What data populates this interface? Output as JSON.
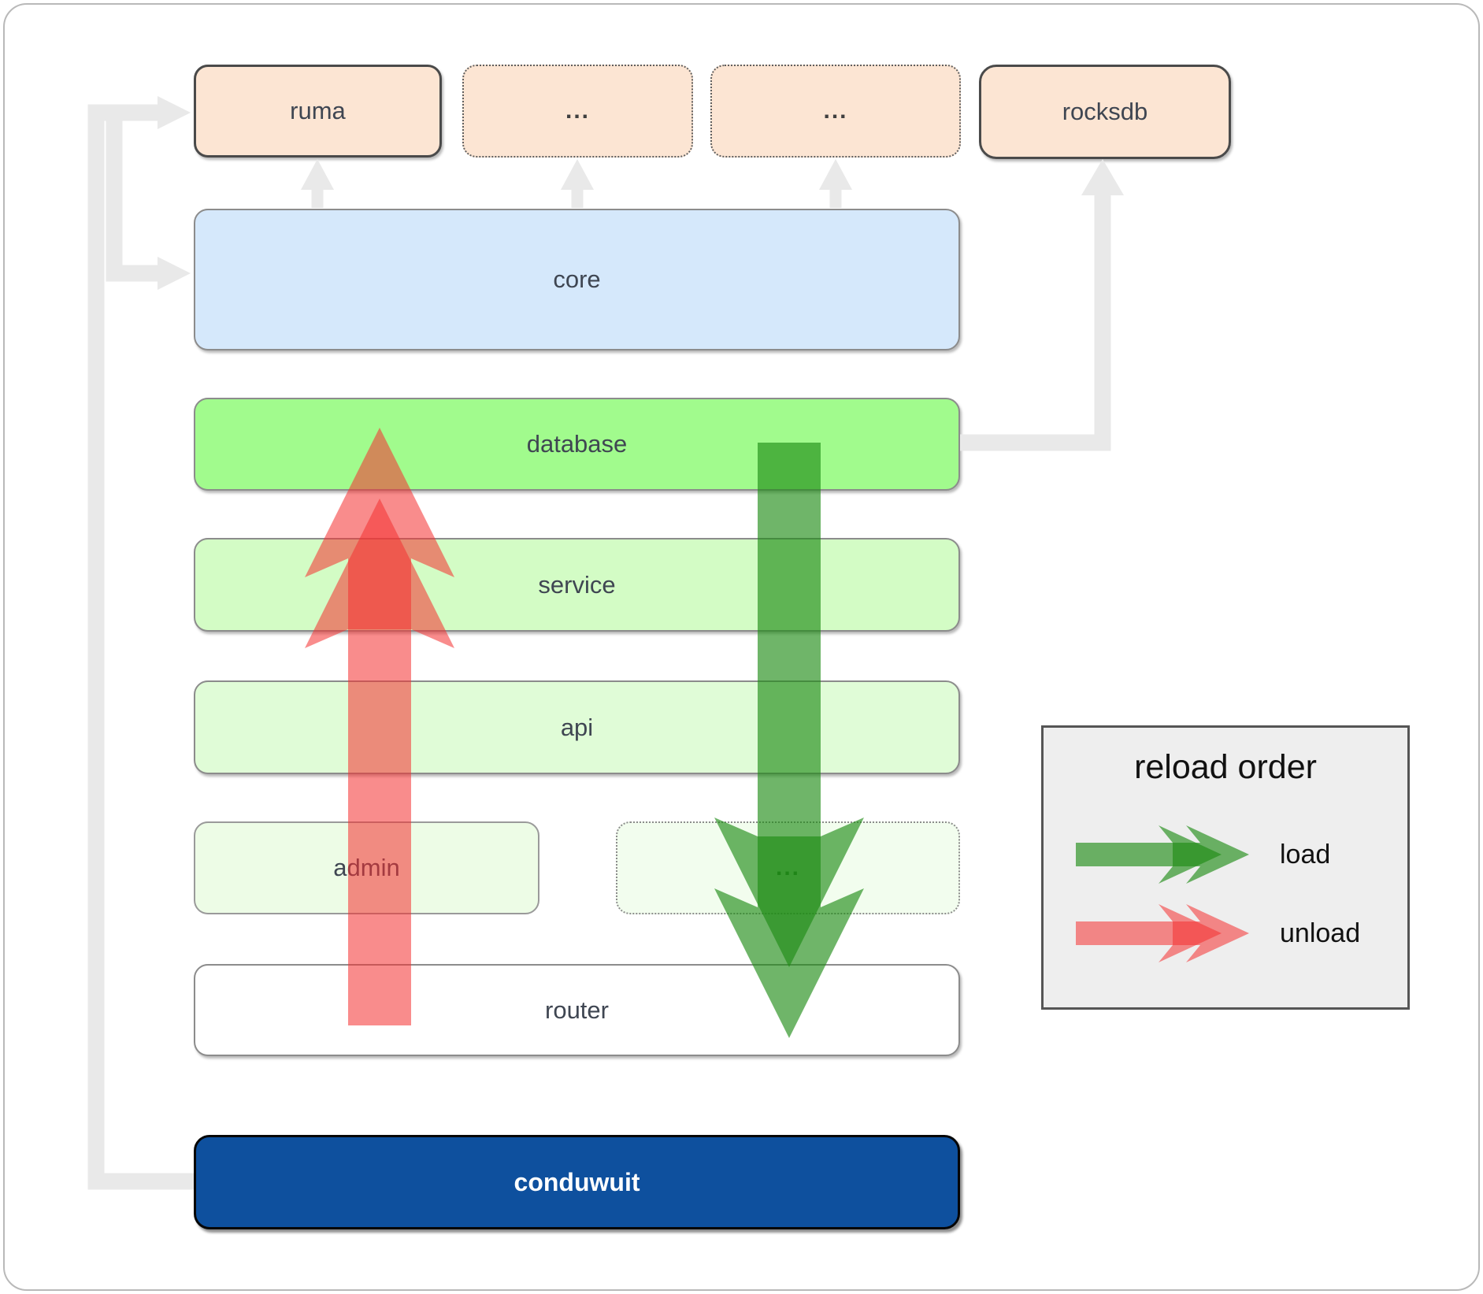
{
  "nodes": {
    "ruma": {
      "label": "ruma"
    },
    "ellipsis_top_1": {
      "label": "..."
    },
    "ellipsis_top_2": {
      "label": "..."
    },
    "rocksdb": {
      "label": "rocksdb"
    },
    "core": {
      "label": "core"
    },
    "database": {
      "label": "database"
    },
    "service": {
      "label": "service"
    },
    "api": {
      "label": "api"
    },
    "admin": {
      "label": "admin"
    },
    "ellipsis_admin_row": {
      "label": "..."
    },
    "router": {
      "label": "router"
    },
    "conduwuit": {
      "label": "conduwuit"
    }
  },
  "legend": {
    "title": "reload order",
    "items": [
      {
        "label": "load",
        "color": "#1e8c14"
      },
      {
        "label": "unload",
        "color": "#f53232"
      }
    ]
  },
  "colors": {
    "peach_fill": "#fce5d3",
    "core_fill": "#d5e8fb",
    "database_fill": "#a1fb8d",
    "service_fill": "#d3fcc5",
    "api_fill": "#e0fcd7",
    "admin_fill": "#edfce6",
    "ellipsis3_fill": "#f2fdee",
    "router_fill": "#ffffff",
    "conduwuit_fill": "#0e509e",
    "legend_bg": "#eeeeee",
    "connector": "#e9e9e9",
    "load_arrow": "#1e8c14",
    "unload_arrow": "#f53232"
  }
}
